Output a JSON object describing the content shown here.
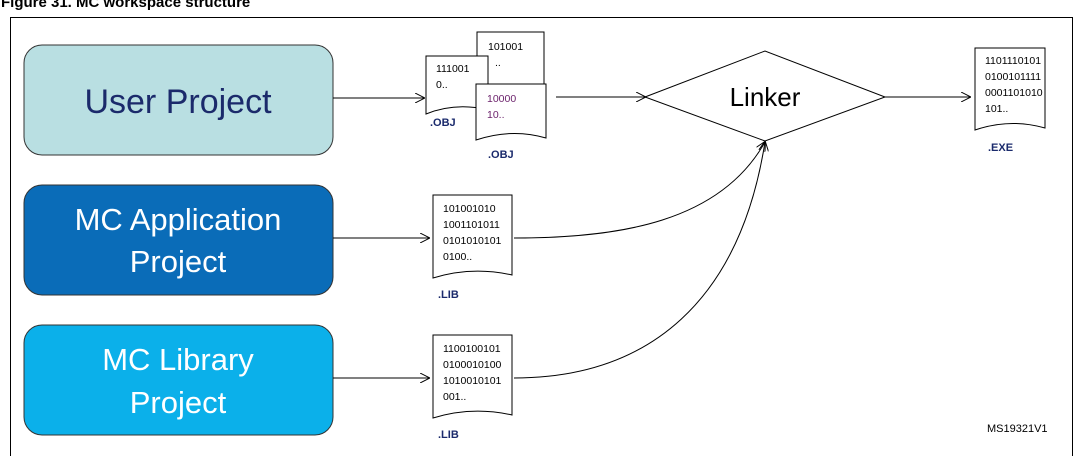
{
  "caption": "Figure 31. MC workspace structure",
  "boxes": {
    "user_project": "User Project",
    "mc_application_1": "MC Application",
    "mc_application_2": "Project",
    "mc_library_1": "MC Library",
    "mc_library_2": "Project"
  },
  "colors": {
    "user_project": "#b9dfe2",
    "mc_application": "#0a6cb8",
    "mc_library": "#0bb0ea"
  },
  "obj_files": {
    "back": {
      "line1": "101001",
      "line2": ".."
    },
    "middle": {
      "line1": "111001",
      "line2": "0.."
    },
    "front": {
      "line1": "10000",
      "line2": "10.."
    },
    "label_left": ".OBJ",
    "label_bottom": ".OBJ"
  },
  "lib_app": {
    "lines": [
      "101001010",
      "1001101011",
      "0101010101",
      "0100.."
    ],
    "label": ".LIB"
  },
  "lib_mc": {
    "lines": [
      "1100100101",
      "0100010100",
      "1010010101",
      "001.."
    ],
    "label": ".LIB"
  },
  "linker": "Linker",
  "exe": {
    "lines": [
      "1101110101",
      "0100101111",
      "0001101010",
      "101.."
    ],
    "label": ".EXE"
  },
  "reference": "MS19321V1"
}
